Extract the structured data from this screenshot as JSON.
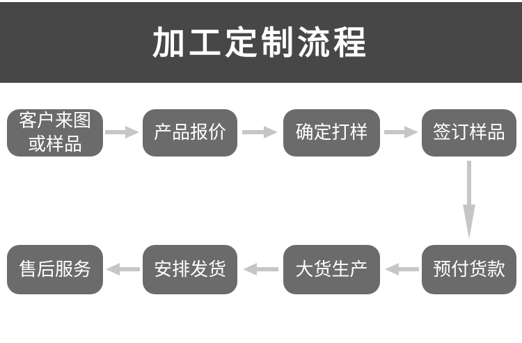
{
  "header": {
    "title": "加工定制流程"
  },
  "flow": {
    "top_row": [
      {
        "label": "客户来图\n或样品"
      },
      {
        "label": "产品报价"
      },
      {
        "label": "确定打样"
      },
      {
        "label": "签订样品"
      }
    ],
    "bottom_row": [
      {
        "label": "售后服务"
      },
      {
        "label": "安排发货"
      },
      {
        "label": "大货生产"
      },
      {
        "label": "预付货款"
      }
    ],
    "sequence": [
      "客户来图或样品",
      "产品报价",
      "确定打样",
      "签订样品",
      "预付货款",
      "大货生产",
      "安排发货",
      "售后服务"
    ]
  },
  "colors": {
    "banner_bg": "#474747",
    "box_bg": "#6b6b6b",
    "arrow": "#c6c6c6",
    "text": "#ffffff",
    "page_bg": "#ffffff"
  }
}
